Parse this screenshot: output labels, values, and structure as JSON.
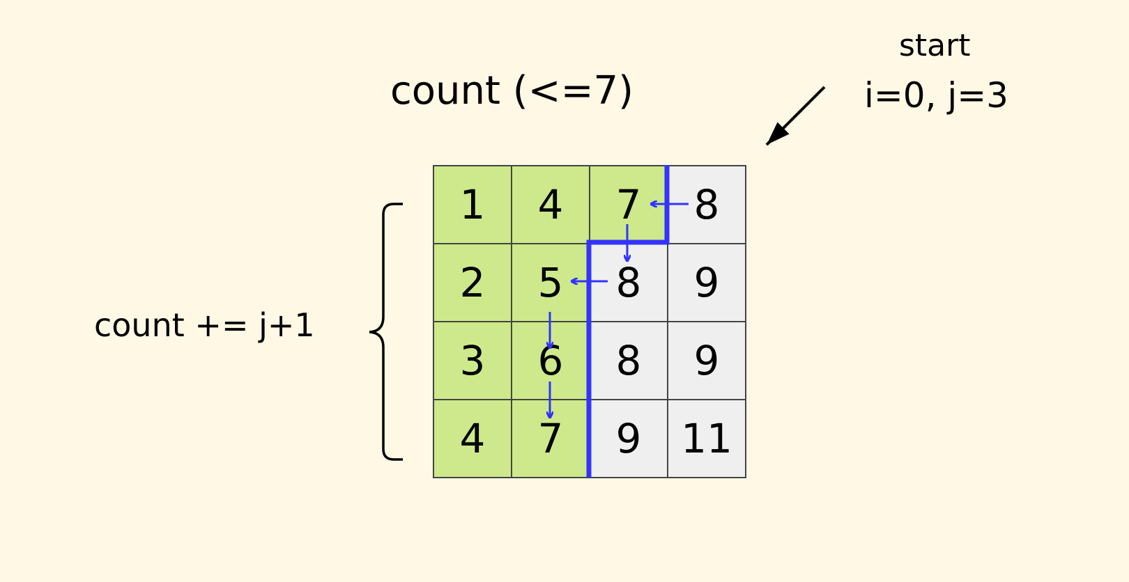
{
  "title": "count (<=7)",
  "start": {
    "label": "start",
    "indices": "i=0, j=3"
  },
  "count_update": "count += j+1",
  "matrix": [
    [
      "1",
      "4",
      "7",
      "8"
    ],
    [
      "2",
      "5",
      "8",
      "9"
    ],
    [
      "3",
      "6",
      "8",
      "9"
    ],
    [
      "4",
      "7",
      "9",
      "11"
    ]
  ],
  "highlight": [
    [
      true,
      true,
      true,
      false
    ],
    [
      true,
      true,
      false,
      false
    ],
    [
      true,
      true,
      false,
      false
    ],
    [
      true,
      true,
      false,
      false
    ]
  ],
  "colors": {
    "highlight": "#CDE98C",
    "normal": "#EFEFEF",
    "path": "#3333FF",
    "background": "#FEF8E5"
  }
}
